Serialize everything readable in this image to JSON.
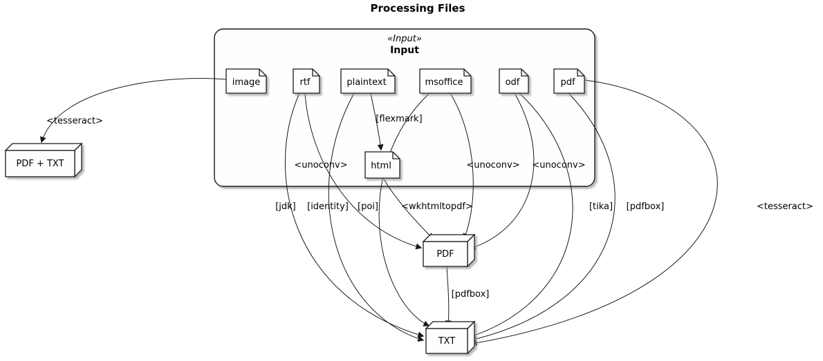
{
  "title": "Processing Files",
  "package": {
    "stereotype": "«Input»",
    "name": "Input"
  },
  "files": {
    "image": "image",
    "rtf": "rtf",
    "plaintext": "plaintext",
    "msoffice": "msoffice",
    "odf": "odf",
    "pdf": "pdf",
    "html": "html"
  },
  "nodes": {
    "pdf_txt": "PDF + TXT",
    "pdf": "PDF",
    "txt": "TXT"
  },
  "edges": {
    "image_pdftxt": "<tesseract>",
    "plaintext_html": "[flexmark]",
    "rtf_pdf": "<unoconv>",
    "msoffice_pdf": "<unoconv>",
    "odf_pdf": "<unoconv>",
    "html_pdf": "<wkhtmltopdf>",
    "rtf_txt": "[jdk]",
    "plaintext_txt": "[identity]",
    "msoffice_txt": "[poi]",
    "odf_txt": "[tika]",
    "pdffile_txt_pdfbox": "[pdfbox]",
    "pdffile_txt_tesseract": "<tesseract>",
    "pdfnode_txt": "[pdfbox]"
  },
  "colors": {
    "node_fill": "#FEFEFE",
    "stroke": "#181818",
    "background": "#FFFFFF"
  }
}
